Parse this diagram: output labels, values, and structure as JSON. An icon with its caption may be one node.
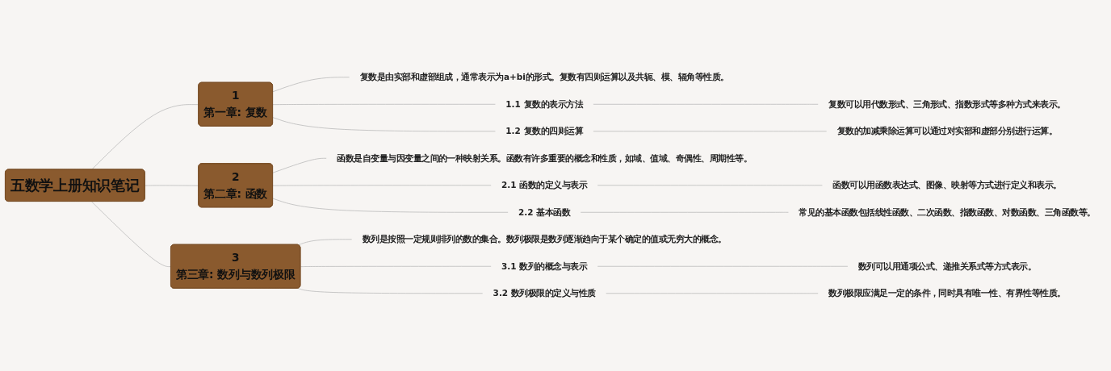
{
  "diagram": {
    "nodes": [
      {
        "text": [
          "五数学上册知识笔记"
        ]
      },
      {
        "text": [
          "1",
          "第一章: 复数"
        ]
      },
      {
        "text": [
          "复数是由实部和虚部组成，通常表示为a+bi的形式。复数有四则运算以及共轭、模、辐角等性质。"
        ]
      },
      {
        "text": [
          "1.1 复数的表示方法"
        ]
      },
      {
        "text": [
          "复数可以用代数形式、三角形式、指数形式等多种方式来表示。"
        ]
      },
      {
        "text": [
          "1.2 复数的四则运算"
        ]
      },
      {
        "text": [
          "复数的加减乘除运算可以通过对实部和虚部分别进行运算。"
        ]
      },
      {
        "text": [
          "2",
          "第二章: 函数"
        ]
      },
      {
        "text": [
          "函数是自变量与因变量之间的一种映射关系。函数有许多重要的概念和性质，如域、值域、奇偶性、周期性等。"
        ]
      },
      {
        "text": [
          "2.1 函数的定义与表示"
        ]
      },
      {
        "text": [
          "函数可以用函数表达式、图像、映射等方式进行定义和表示。"
        ]
      },
      {
        "text": [
          "2.2 基本函数"
        ]
      },
      {
        "text": [
          "常见的基本函数包括线性函数、二次函数、指数函数、对数函数、三角函数等。"
        ]
      },
      {
        "text": [
          "3",
          "第三章: 数列与数列极限"
        ]
      },
      {
        "text": [
          "数列是按照一定规则排列的数的集合。数列极限是数列逐渐趋向于某个确定的值或无穷大的概念。"
        ]
      },
      {
        "text": [
          "3.1 数列的概念与表示"
        ]
      },
      {
        "text": [
          "数列可以用通项公式、递推关系式等方式表示。"
        ]
      },
      {
        "text": [
          "3.2 数列极限的定义与性质"
        ]
      },
      {
        "text": [
          "数列极限应满足一定的条件，同时具有唯一性、有界性等性质。"
        ]
      }
    ],
    "edges": [
      {
        "from": 0,
        "to": 1,
        "arrow": "none"
      },
      {
        "from": 1,
        "to": 2,
        "arrow": "none"
      },
      {
        "from": 1,
        "to": 3,
        "arrow": "none"
      },
      {
        "from": 3,
        "to": 4,
        "arrow": "none"
      },
      {
        "from": 1,
        "to": 5,
        "arrow": "none"
      },
      {
        "from": 5,
        "to": 6,
        "arrow": "none"
      },
      {
        "from": 0,
        "to": 7,
        "arrow": "none"
      },
      {
        "from": 7,
        "to": 8,
        "arrow": "none"
      },
      {
        "from": 7,
        "to": 9,
        "arrow": "none"
      },
      {
        "from": 9,
        "to": 10,
        "arrow": "none"
      },
      {
        "from": 7,
        "to": 11,
        "arrow": "none"
      },
      {
        "from": 11,
        "to": 12,
        "arrow": "none"
      },
      {
        "from": 0,
        "to": 13,
        "arrow": "none"
      },
      {
        "from": 13,
        "to": 14,
        "arrow": "none"
      },
      {
        "from": 13,
        "to": 15,
        "arrow": "none"
      },
      {
        "from": 15,
        "to": 16,
        "arrow": "none"
      },
      {
        "from": 13,
        "to": 17,
        "arrow": "none"
      },
      {
        "from": 17,
        "to": 18,
        "arrow": "none"
      }
    ]
  }
}
